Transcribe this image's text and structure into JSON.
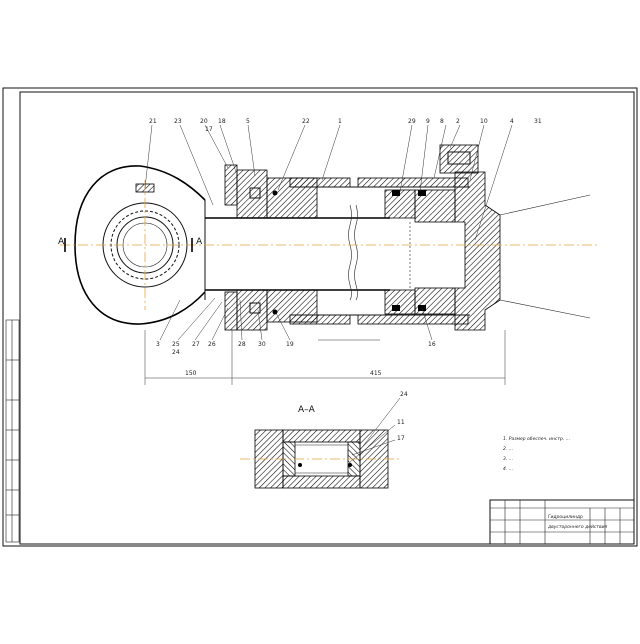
{
  "drawing": {
    "section_mark": "A",
    "section_title": "A–A",
    "dimensions": [
      "150",
      "415"
    ],
    "callouts_top": [
      "21",
      "23",
      "20",
      "17",
      "18",
      "5",
      "22",
      "1",
      "29",
      "9",
      "8",
      "2",
      "10",
      "4",
      "31"
    ],
    "callouts_bottom": [
      "3",
      "25",
      "24",
      "27",
      "26",
      "28",
      "30",
      "19",
      "16"
    ],
    "callouts_section": [
      "24",
      "11",
      "17"
    ],
    "notes": [
      "1. Размер обеспеч. инстр. ...",
      "2. ...",
      "3. ...",
      "4. ..."
    ],
    "title_block": {
      "name": "Гидроцилиндр",
      "subtitle": "двустороннего действия"
    }
  },
  "colors": {
    "axis": "#e8a33d",
    "ink": "#000000",
    "paper": "#ffffff"
  }
}
